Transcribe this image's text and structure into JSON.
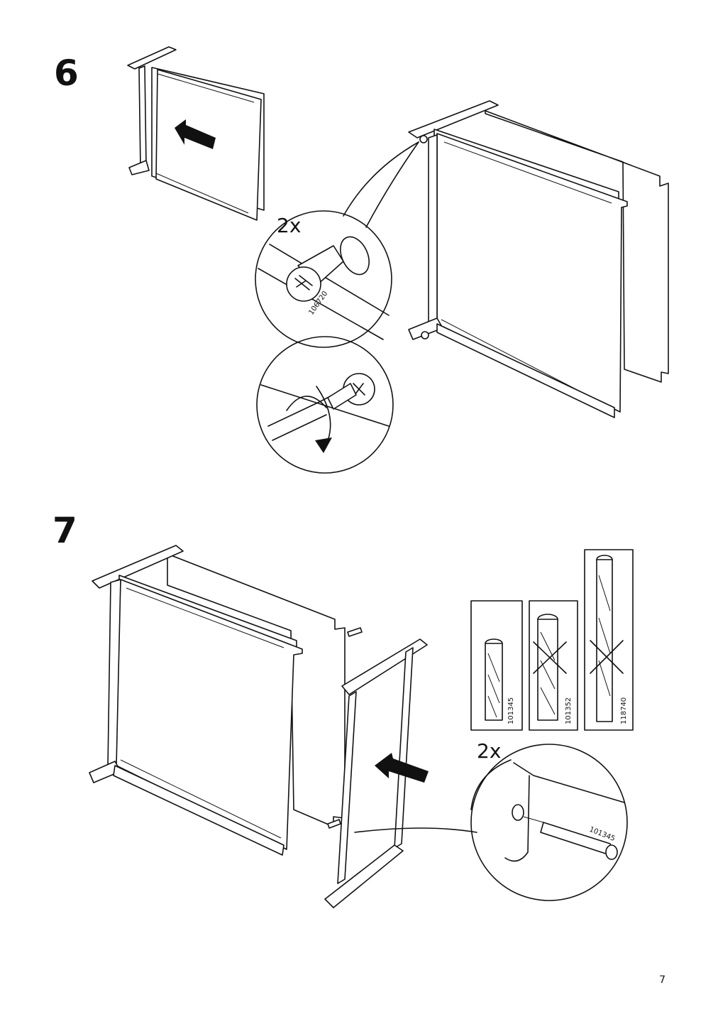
{
  "steps": [
    {
      "number": "6",
      "quantity": "2x",
      "part_id": "106720"
    },
    {
      "number": "7",
      "quantity": "2x",
      "part_id": "101345",
      "dowel_options": [
        {
          "id": "101345",
          "status": "correct"
        },
        {
          "id": "101352",
          "status": "wrong"
        },
        {
          "id": "118740",
          "status": "wrong"
        }
      ]
    }
  ],
  "page": {
    "number": "7"
  }
}
